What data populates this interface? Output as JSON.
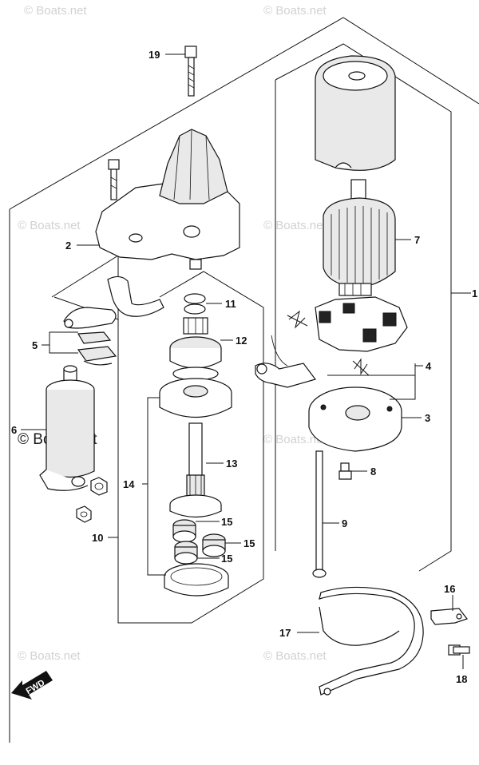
{
  "watermark": {
    "small_text": "© Boats.net",
    "large_text": "© Boats.net"
  },
  "fwd_label": "FWD",
  "callouts": [
    {
      "id": "19",
      "label": "19"
    },
    {
      "id": "2",
      "label": "2"
    },
    {
      "id": "7",
      "label": "7"
    },
    {
      "id": "1",
      "label": "1"
    },
    {
      "id": "11",
      "label": "11"
    },
    {
      "id": "12",
      "label": "12"
    },
    {
      "id": "5",
      "label": "5"
    },
    {
      "id": "4",
      "label": "4"
    },
    {
      "id": "3",
      "label": "3"
    },
    {
      "id": "6",
      "label": "6"
    },
    {
      "id": "13",
      "label": "13"
    },
    {
      "id": "8",
      "label": "8"
    },
    {
      "id": "14",
      "label": "14"
    },
    {
      "id": "9",
      "label": "9"
    },
    {
      "id": "15a",
      "label": "15"
    },
    {
      "id": "15b",
      "label": "15"
    },
    {
      "id": "15c",
      "label": "15"
    },
    {
      "id": "10",
      "label": "10"
    },
    {
      "id": "16",
      "label": "16"
    },
    {
      "id": "17",
      "label": "17"
    },
    {
      "id": "18",
      "label": "18"
    }
  ],
  "colors": {
    "line": "#111111",
    "watermark": "#d2d2d2",
    "background": "#ffffff"
  }
}
